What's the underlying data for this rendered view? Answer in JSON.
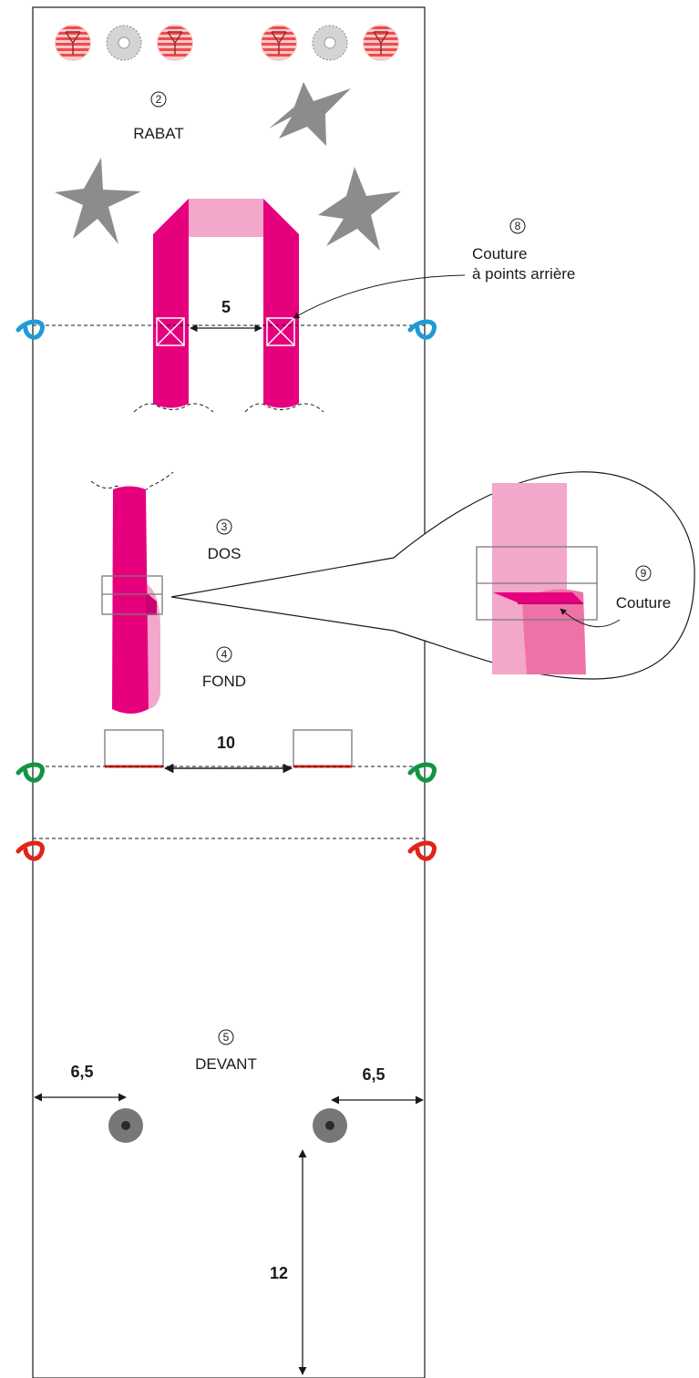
{
  "sections": [
    {
      "number": "2",
      "name": "RABAT"
    },
    {
      "number": "3",
      "name": "DOS"
    },
    {
      "number": "4",
      "name": "FOND"
    },
    {
      "number": "5",
      "name": "DEVANT"
    }
  ],
  "callouts": [
    {
      "number": "8",
      "line1": "Couture",
      "line2": "à points arrière"
    },
    {
      "number": "9",
      "line1": "Couture"
    }
  ],
  "dimensions": {
    "strap_gap": "5",
    "loop_gap": "10",
    "left_margin": "6,5",
    "right_margin": "6,5",
    "bottom_distance": "12"
  },
  "colors": {
    "strap_pink": "#e6007e",
    "strap_light": "#f2a7cb",
    "star_gray": "#8c8c8c",
    "fold_blue": "#1f9ad6",
    "fold_green": "#129444",
    "fold_red": "#e2231a",
    "loop_red": "#e2231a"
  }
}
